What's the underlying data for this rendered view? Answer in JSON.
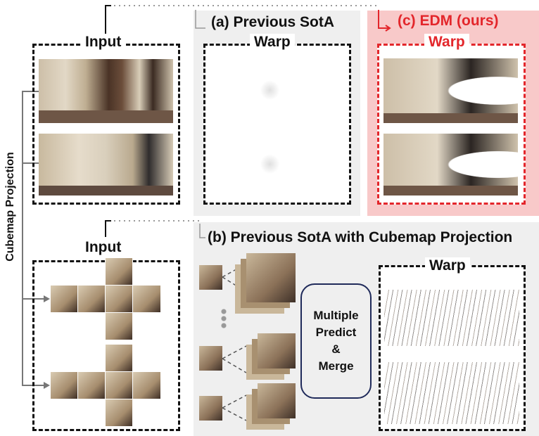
{
  "panels": {
    "a": {
      "title": "(a) Previous SotA",
      "warp_label": "Warp"
    },
    "b": {
      "title": "(b) Previous SotA with Cubemap Projection",
      "merge_label_lines": [
        "Multiple",
        "Predict",
        "&",
        "Merge"
      ],
      "warp_label": "Warp"
    },
    "c": {
      "title": "(c) EDM (ours)",
      "warp_label": "Warp"
    }
  },
  "input_top_label": "Input",
  "input_bottom_label": "Input",
  "side_label": "Cubemap Projection",
  "colors": {
    "accent_red": "#e3262b",
    "panel_grey": "#efefef",
    "panel_red": "#f8c9c9",
    "merge_border": "#1f2a5a"
  }
}
